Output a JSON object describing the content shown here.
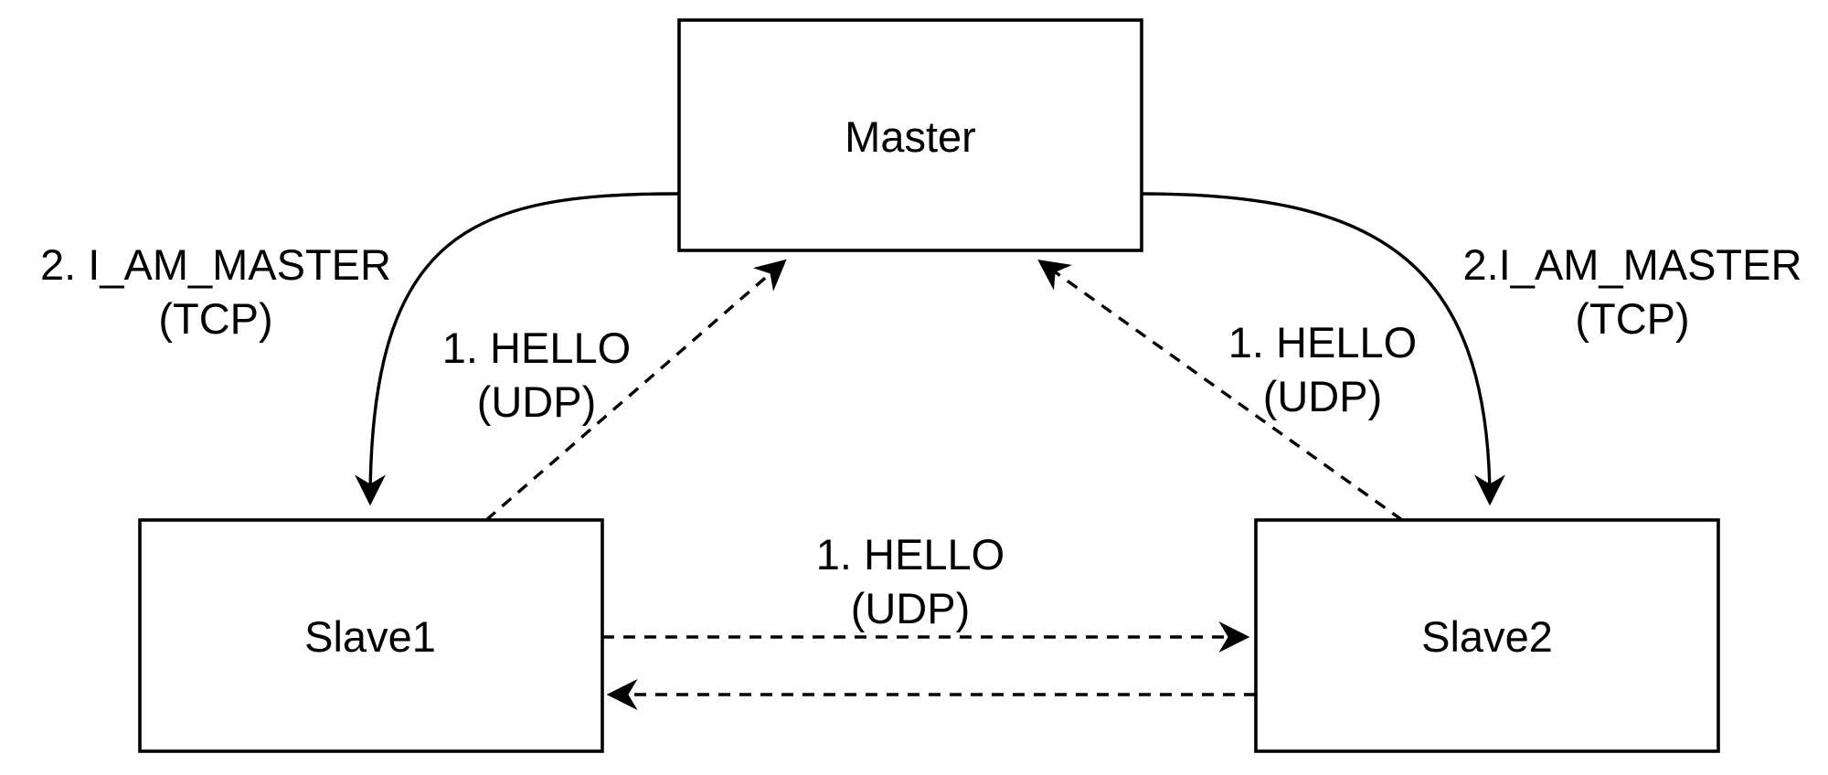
{
  "nodes": {
    "master": "Master",
    "slave1": "Slave1",
    "slave2": "Slave2"
  },
  "edges": {
    "master_to_slave1": {
      "line1": "2. I_AM_MASTER",
      "line2": "(TCP)",
      "protocol": "TCP",
      "style": "solid"
    },
    "master_to_slave2": {
      "line1": "2.I_AM_MASTER",
      "line2": "(TCP)",
      "protocol": "TCP",
      "style": "solid"
    },
    "slave1_to_master": {
      "line1": "1. HELLO",
      "line2": "(UDP)",
      "protocol": "UDP",
      "style": "dashed"
    },
    "slave2_to_master": {
      "line1": "1. HELLO",
      "line2": "(UDP)",
      "protocol": "UDP",
      "style": "dashed"
    },
    "slave1_slave2": {
      "line1": "1. HELLO",
      "line2": "(UDP)",
      "protocol": "UDP",
      "style": "dashed"
    }
  },
  "colors": {
    "stroke": "#000000",
    "background": "#ffffff"
  }
}
